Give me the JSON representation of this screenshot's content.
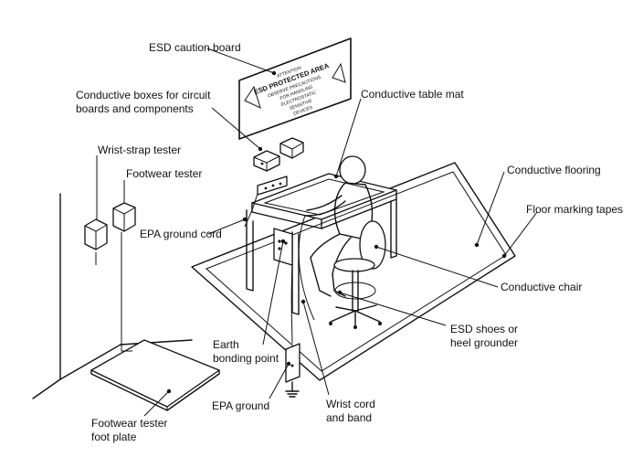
{
  "labels": {
    "esd_caution_board": "ESD caution board",
    "conductive_boxes": "Conductive boxes for circuit\nboards and components",
    "conductive_table_mat": "Conductive table mat",
    "wrist_strap_tester": "Wrist-strap tester",
    "footwear_tester": "Footwear tester",
    "epa_ground_cord": "EPA ground cord",
    "conductive_flooring": "Conductive flooring",
    "floor_marking_tapes": "Floor marking tapes",
    "conductive_chair": "Conductive chair",
    "esd_shoes": "ESD shoes or\nheel grounder",
    "earth_bonding_point": "Earth\nbonding point",
    "epa_ground": "EPA ground",
    "wrist_cord": "Wrist cord\nand band",
    "footwear_tester_plate": "Footwear tester\nfoot plate"
  },
  "sign": {
    "line1": "ATTENTION",
    "line2": "ESD PROTECTED AREA",
    "line3": "OBSERVE PRECAUTIONS",
    "line4": "FOR HANDLING",
    "line5": "ELECTROSTATIC",
    "line6": "SENSITIVE",
    "line7": "DEVICES"
  },
  "colors": {
    "ink": "#111111",
    "background": "#ffffff"
  }
}
